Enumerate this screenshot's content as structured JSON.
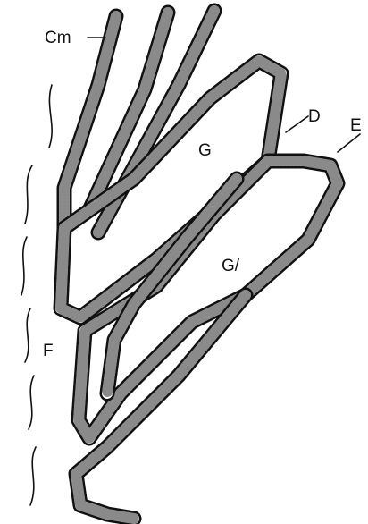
{
  "labels": {
    "cm": "Cm",
    "g": "G",
    "g_prime": "G/",
    "d": "D",
    "e": "E",
    "f": "F"
  },
  "colors": {
    "ink": "#111111",
    "paper": "#ffffff"
  }
}
